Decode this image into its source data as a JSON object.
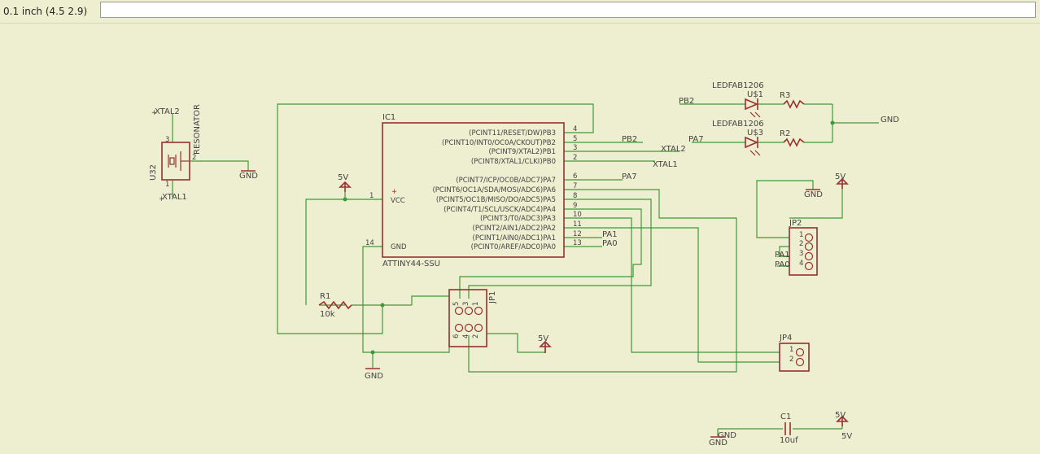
{
  "toolbar": {
    "coordinate_readout": "0.1 inch (4.5 2.9)",
    "command_value": ""
  },
  "parts": {
    "ic1": {
      "name": "IC1",
      "value": "ATTINY44-SSU",
      "vcc_label": "VCC",
      "gnd_label": "GND",
      "plus_mark": "+",
      "pin_vcc": "1",
      "pin_gnd": "14",
      "right_pins": [
        {
          "label": "(PCINT11/RESET/DW)PB3",
          "num": "4"
        },
        {
          "label": "(PCINT10/INT0/OC0A/CKOUT)PB2",
          "num": "5"
        },
        {
          "label": "(PCINT9/XTAL2)PB1",
          "num": "3"
        },
        {
          "label": "(PCINT8/XTAL1/CLKI)PB0",
          "num": "2"
        },
        {
          "label": "(PCINT7/ICP/OC0B/ADC7)PA7",
          "num": "6"
        },
        {
          "label": "(PCINT6/OC1A/SDA/MOSI/ADC6)PA6",
          "num": "7"
        },
        {
          "label": "(PCINT5/OC1B/MISO/DO/ADC5)PA5",
          "num": "8"
        },
        {
          "label": "(PCINT4/T1/SCL/USCK/ADC4)PA4",
          "num": "9"
        },
        {
          "label": "(PCINT3/T0/ADC3)PA3",
          "num": "10"
        },
        {
          "label": "(PCINT2/AIN1/ADC2)PA2",
          "num": "11"
        },
        {
          "label": "(PCINT1/AIN0/ADC1)PA1",
          "num": "12"
        },
        {
          "label": "(PCINT0/AREF/ADC0)PA0",
          "num": "13"
        }
      ]
    },
    "u32": {
      "name": "U32",
      "value": "RESONATOR",
      "pin_top": "3",
      "pin_right": "2",
      "pin_bottom": "1",
      "net_top": "XTAL2",
      "net_bottom": "XTAL1"
    },
    "r1": {
      "name": "R1",
      "value": "10k"
    },
    "r2": {
      "name": "R2"
    },
    "r3": {
      "name": "R3"
    },
    "u31": {
      "name": "U$1",
      "value": "LEDFAB1206"
    },
    "u33": {
      "name": "U$3",
      "value": "LEDFAB1206"
    },
    "jp1": {
      "name": "JP1",
      "pins_top": [
        "5",
        "3",
        "1"
      ],
      "pins_bottom": [
        "6",
        "4",
        "2"
      ]
    },
    "jp2": {
      "name": "JP2",
      "pins": [
        "1",
        "2",
        "3",
        "4"
      ]
    },
    "jp4": {
      "name": "JP4",
      "pins": [
        "1",
        "2"
      ]
    },
    "c1": {
      "name": "C1",
      "value": "10uf"
    }
  },
  "nets": {
    "gnd": "GND",
    "v5": "5V",
    "pb2": "PB2",
    "pa7": "PA7",
    "pa1": "PA1",
    "pa0": "PA0",
    "xtal1": "XTAL1",
    "xtal2": "XTAL2"
  }
}
